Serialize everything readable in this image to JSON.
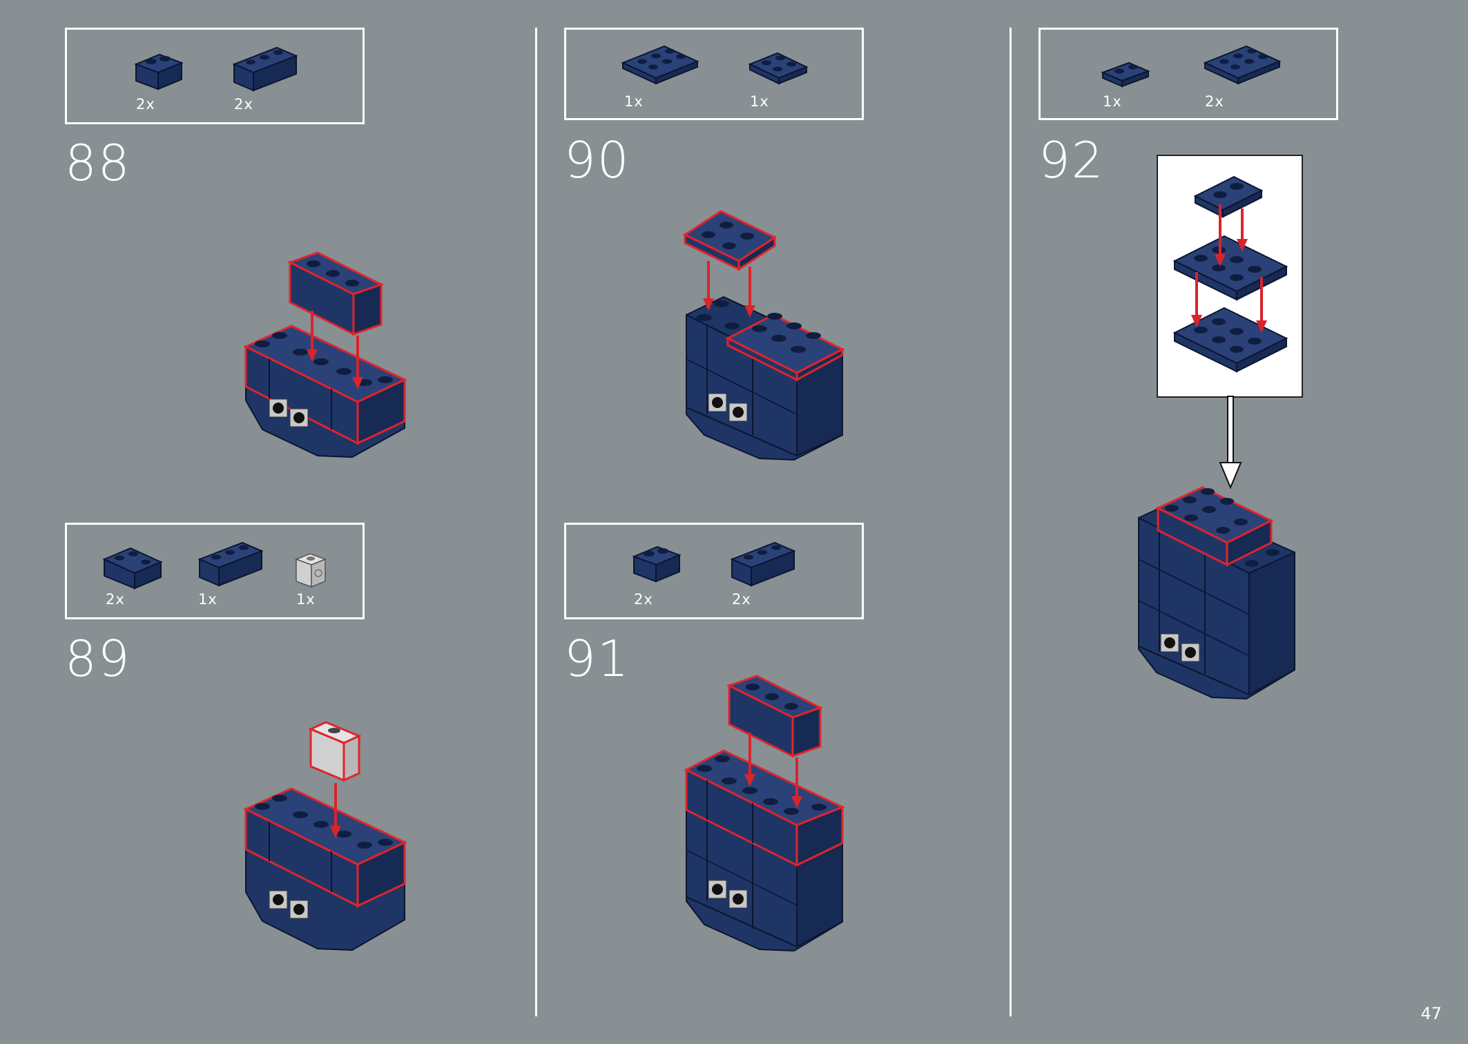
{
  "page": {
    "number": "47"
  },
  "colors": {
    "background": "#889093",
    "brick": "#1f3566",
    "brick_dark": "#142547",
    "highlight": "#e0242c",
    "arrow": "#d9242c",
    "light_gray": "#c8c8c8"
  },
  "steps": [
    {
      "number": "88",
      "parts": [
        {
          "icon": "brick-1x2-dark-blue-icon",
          "qty": "2x"
        },
        {
          "icon": "brick-1x3-dark-blue-icon",
          "qty": "2x"
        }
      ]
    },
    {
      "number": "89",
      "parts": [
        {
          "icon": "brick-corner-dark-blue-icon",
          "qty": "2x"
        },
        {
          "icon": "brick-1x3-dark-blue-icon",
          "qty": "1x"
        },
        {
          "icon": "brick-1x1-printed-gray-icon",
          "qty": "1x"
        }
      ]
    },
    {
      "number": "90",
      "parts": [
        {
          "icon": "plate-2x3-dark-blue-icon",
          "qty": "1x"
        },
        {
          "icon": "plate-2x2-dark-blue-icon",
          "qty": "1x"
        }
      ]
    },
    {
      "number": "91",
      "parts": [
        {
          "icon": "brick-1x2-dark-blue-icon",
          "qty": "2x"
        },
        {
          "icon": "brick-1x3-dark-blue-icon",
          "qty": "2x"
        }
      ]
    },
    {
      "number": "92",
      "parts": [
        {
          "icon": "plate-1x2-dark-blue-icon",
          "qty": "1x"
        },
        {
          "icon": "plate-2x3-dark-blue-icon",
          "qty": "2x"
        }
      ]
    }
  ]
}
